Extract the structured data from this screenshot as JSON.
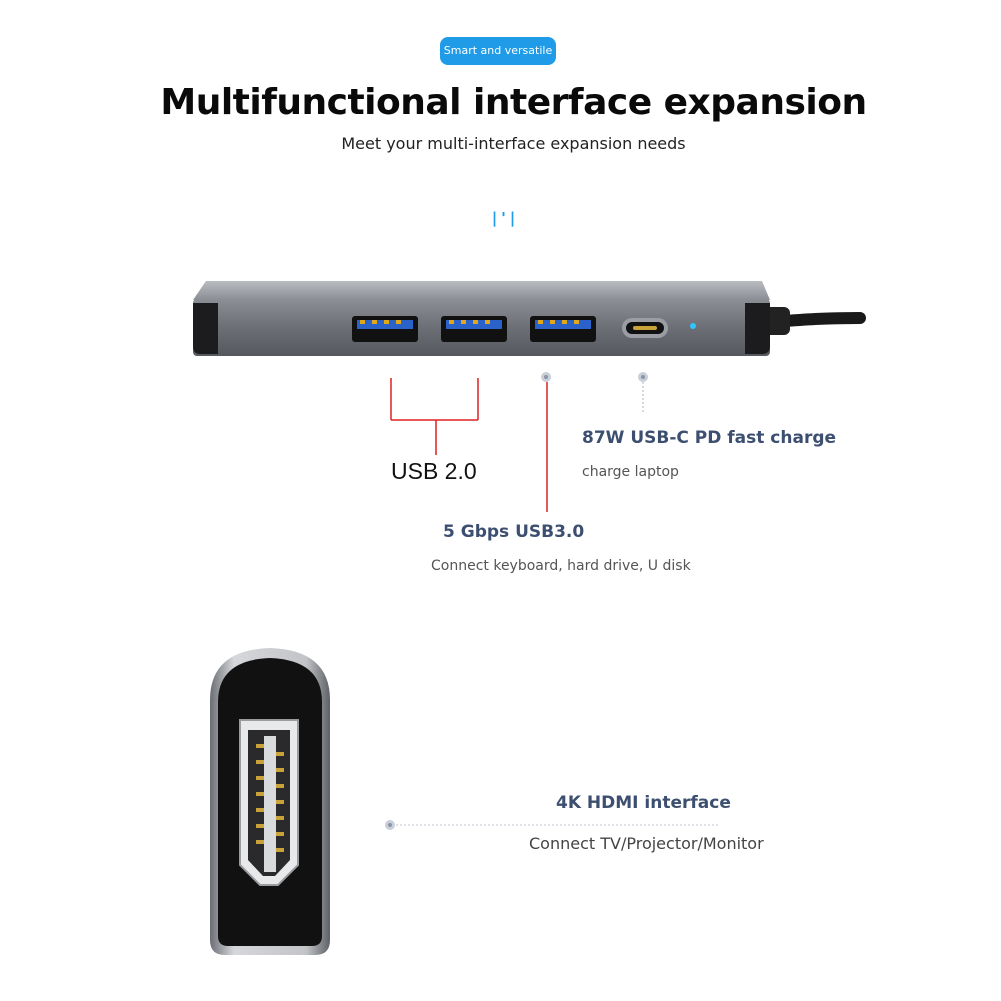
{
  "badge": {
    "label": "Smart and versatile"
  },
  "headline": "Multifunctional interface expansion",
  "subheadline": "Meet your multi-interface expansion needs",
  "brand_mark": "|'|",
  "ports": {
    "usb2": {
      "title": "USB 2.0"
    },
    "usb_c_pd": {
      "title": "87W USB-C PD fast charge",
      "description": "charge laptop"
    },
    "usb3": {
      "title": "5 Gbps USB3.0",
      "description": "Connect keyboard, hard drive, U disk"
    },
    "hdmi": {
      "title": "4K HDMI interface",
      "description": "Connect TV/Projector/Monitor"
    }
  },
  "colors": {
    "accent_blue": "#1f9be8",
    "label_navy": "#3d4f70",
    "callout_red": "#e02020",
    "hub_gray": "#6e7178"
  }
}
